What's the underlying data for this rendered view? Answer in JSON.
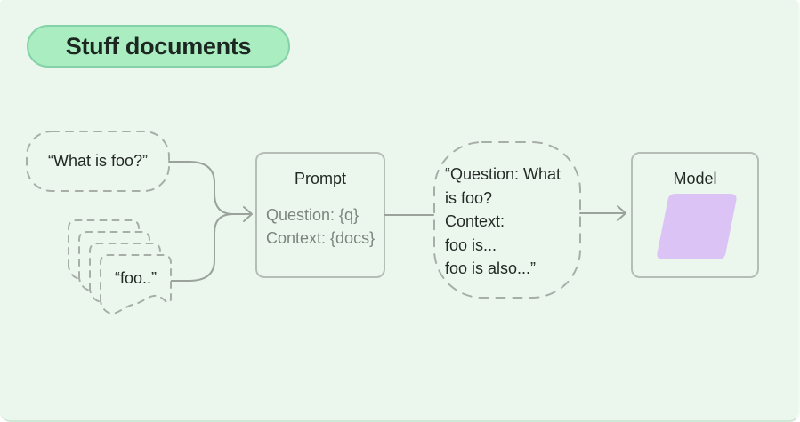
{
  "page": {
    "background_color": "#ebf6ed",
    "edge_border_color": "#cfe7d5"
  },
  "title_badge": {
    "label": "Stuff documents",
    "fill_color": "#a9edc1",
    "border_color": "#85d2a8",
    "text_color": "#1d2721"
  },
  "diagram": {
    "question_node": {
      "text": "“What is foo?”"
    },
    "documents_node": {
      "text": "“foo..”",
      "sheet_count": 4
    },
    "prompt_box": {
      "title": "Prompt",
      "lines": [
        "Question: {q}",
        "Context: {docs}"
      ]
    },
    "stuffed_prompt_node": {
      "lines": [
        "“Question: What",
        "is foo?",
        "Context:",
        "foo is...",
        "foo is also...”"
      ]
    },
    "model_box": {
      "title": "Model"
    },
    "colors": {
      "dashed_outline": "#a7aea8",
      "solid_outline": "#b6bdb7",
      "connector": "#9ba29c",
      "model_parallelogram": "#dcc3f6",
      "dark_text": "#222925",
      "muted_text": "#7c847e"
    }
  }
}
